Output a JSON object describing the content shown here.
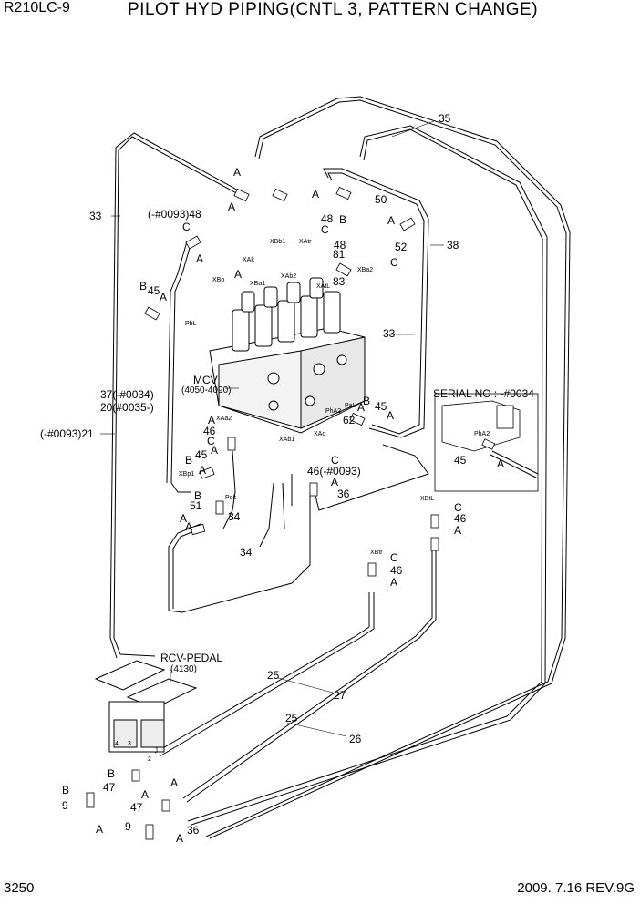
{
  "header": {
    "model": "R210LC-9",
    "title": "PILOT HYD PIPING(CNTL 3, PATTERN CHANGE)"
  },
  "footer": {
    "page": "3250",
    "revision": "2009. 7.16  REV.9G"
  },
  "components": {
    "mcv": {
      "name": "MCV",
      "code": "(4050-4090)"
    },
    "rcv": {
      "name": "RCV-PEDAL",
      "code": "(4130)"
    },
    "serial": "SERIAL NO : -#0034"
  },
  "labels": {
    "a": "A",
    "b": "B",
    "c": "C",
    "n9": "9",
    "n20": "20(#0035-)",
    "n21": "(-#0093)21",
    "n25": "25",
    "n26": "26",
    "n27": "27",
    "n33": "33",
    "n34": "34",
    "n35": "35",
    "n36": "36",
    "n37": "37(-#0034)",
    "n38": "38",
    "n45": "45",
    "n46": "46",
    "n46b": "46(-#0093)",
    "n47": "47",
    "n48": "48",
    "n48b": "(-#0093)48",
    "n50": "50",
    "n51": "51",
    "n52": "52",
    "n62": "62",
    "n81": "81",
    "n83": "83"
  },
  "ports": [
    "XBb1",
    "XAtr",
    "XAb2",
    "XBa1",
    "XAk",
    "XBo",
    "PbL",
    "XAtL",
    "XBa2",
    "PaL",
    "PhA2",
    "XAo",
    "XAa2",
    "XAb1",
    "XBp1",
    "Pok",
    "XBtr",
    "XBtL"
  ],
  "pedal_ports": [
    "1",
    "2",
    "3",
    "4"
  ]
}
